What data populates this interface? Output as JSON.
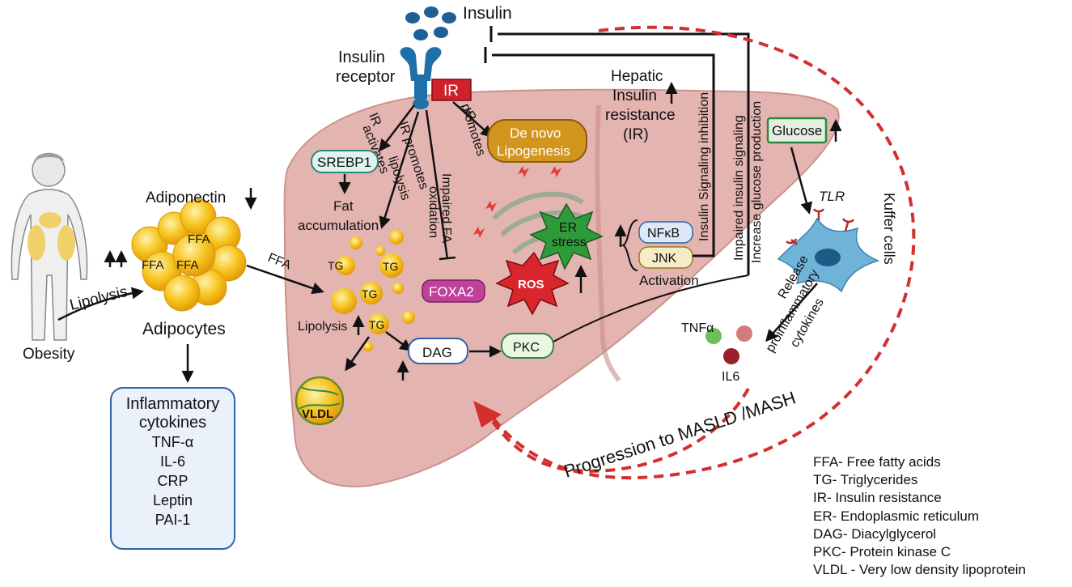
{
  "labels": {
    "insulin": "Insulin",
    "insulin_receptor_1": "Insulin",
    "insulin_receptor_2": "receptor",
    "ir_box": "IR",
    "hepatic_1": "Hepatic",
    "hepatic_2": "Insulin",
    "hepatic_3": "resistance",
    "hepatic_4": "(IR)",
    "ir_activates_1": "IR",
    "ir_activates_2": "activates",
    "ir_promotes_lipolysis_1": "IR promotes",
    "ir_promotes_lipolysis_2": "lipolysis",
    "impaired_fa_1": "Impaired FA",
    "impaired_fa_2": "oxidation",
    "ir_promotes_1": "IR",
    "ir_promotes_2": "promotes",
    "de_novo_1": "De novo",
    "de_novo_2": "Lipogenesis",
    "srebp1": "SREBP1",
    "fat_acc_1": "Fat",
    "fat_acc_2": "accumulation",
    "adiponectin": "Adiponectin",
    "ffa": "FFA",
    "ffa_arrow": "FFA",
    "tg": "TG",
    "lipolysis_liver": "Lipolysis",
    "lipolysis_obese": "Lipolysis",
    "obesity": "Obesity",
    "adipocytes": "Adipocytes",
    "foxa2": "FOXA2",
    "ros": "ROS",
    "er_stress_1": "ER",
    "er_stress_2": "stress",
    "nfkb": "NFκB",
    "jnk": "JNK",
    "activation": "Activation",
    "dag": "DAG",
    "pkc": "PKC",
    "vldl": "VLDL",
    "insulin_signaling_inhibition": "Insulin Signaling  inhibition",
    "impaired_insulin_signaling": "Impaired insulin signaling",
    "increase_glucose": "Increase glucose production",
    "glucose": "Glucose",
    "tlr": "TLR",
    "kuffer": "Kuffer cells",
    "release_1": "Release",
    "release_2": "proinflammatory",
    "release_3": "cytokines",
    "tnfa": "TNFα",
    "il6": "IL6",
    "progression": "Progression to MASLD /MASH"
  },
  "cytokines_box": {
    "title_1": "Inflammatory",
    "title_2": "cytokines",
    "items": [
      "TNF-α",
      "IL-6",
      "CRP",
      "Leptin",
      "PAI-1"
    ]
  },
  "legend": [
    "FFA- Free fatty acids",
    "TG- Triglycerides",
    "IR- Insulin resistance",
    "ER- Endoplasmic reticulum",
    "DAG- Diacylglycerol",
    "PKC- Protein kinase C",
    "VLDL - Very low density lipoprotein"
  ],
  "colors": {
    "liver": "#e3b0ac",
    "liver_stroke": "#c98d88",
    "receptor": "#1f6fa8",
    "ir_box": "#d0202a",
    "de_novo": "#d2961e",
    "fat_yellow": "#f6c21b",
    "foxa2": "#c0409a",
    "ros": "#d9262d",
    "er_stress": "#2f9a3a",
    "dashed_red": "#d32f2f",
    "glucose_border": "#2b8a3e"
  }
}
